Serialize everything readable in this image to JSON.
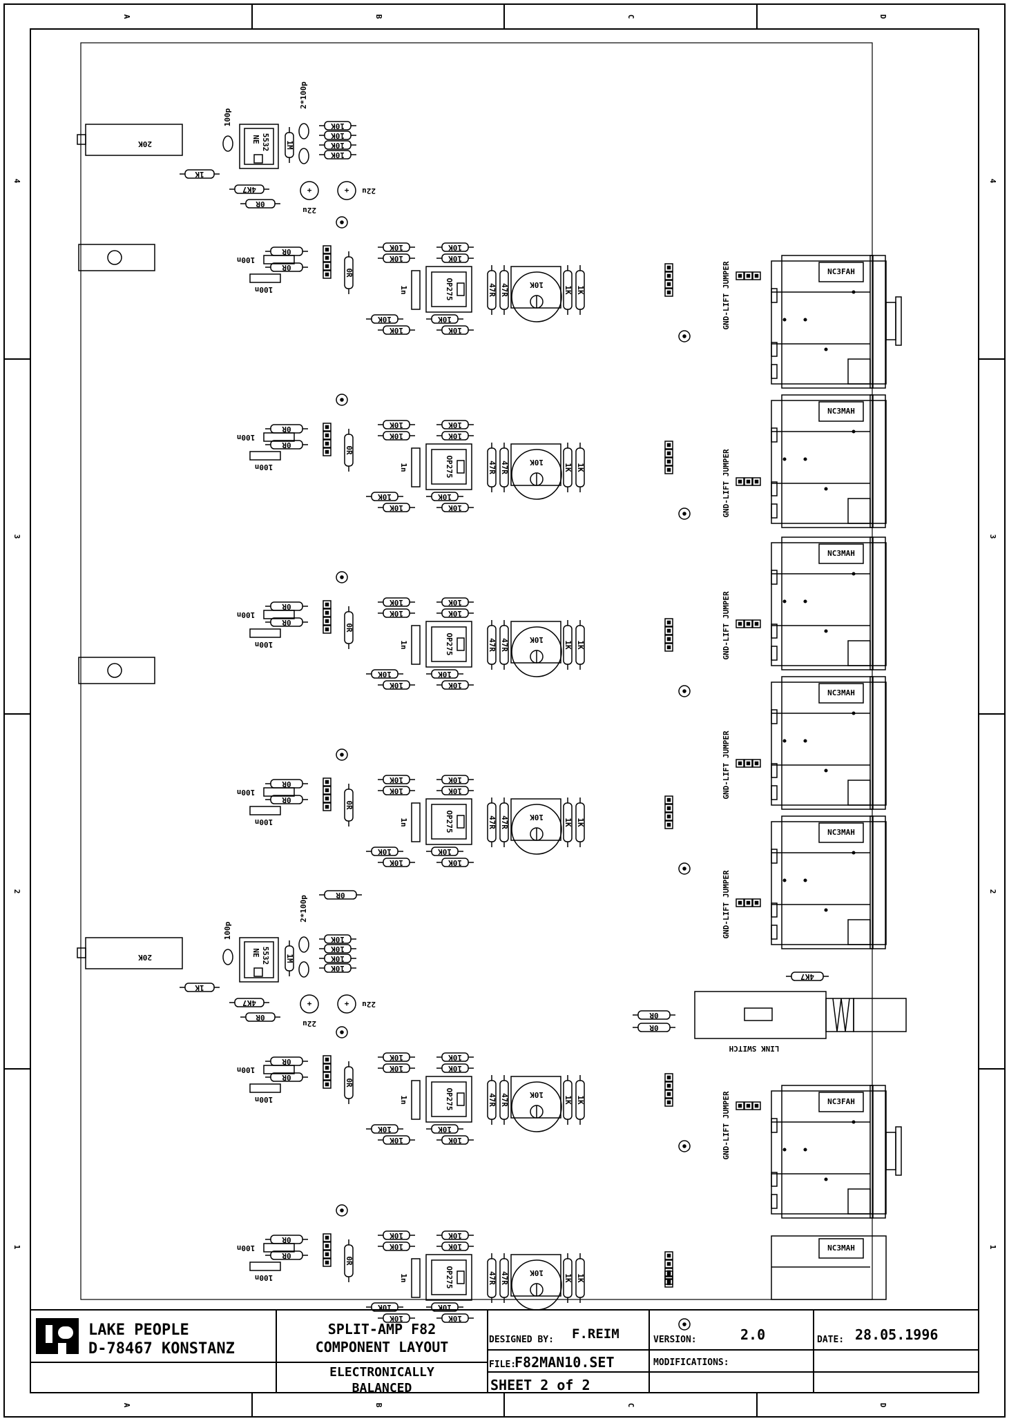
{
  "zones": {
    "columns": [
      "A",
      "B",
      "C",
      "D"
    ],
    "rows": [
      "4",
      "3",
      "2",
      "1"
    ]
  },
  "components": {
    "opamp_ne": "NE",
    "opamp_ne_num": "5532",
    "opamp_op": "OP275",
    "pot_20k": "20K",
    "pot_10k": "10K",
    "r_1k": "1K",
    "r_4k7": "4K7",
    "r_0r": "0R",
    "r_10k": "10K",
    "r_47r": "47R",
    "r_1m": "1M",
    "c_100p": "100p",
    "c_2x100p": "2*100p",
    "c_22u": "22u",
    "c_100n": "100n",
    "c_1n": "1n",
    "jack_input": "NC3FAH",
    "jack_output": "NC3MAH",
    "gnd_jumper": "GND-LIFT JUMPER",
    "link_switch": "LINK SWITCH"
  },
  "title_block": {
    "company_name": "LAKE PEOPLE",
    "company_address": "D-78467 KONSTANZ",
    "title_line1": "SPLIT-AMP F82",
    "title_line2": "COMPONENT LAYOUT",
    "subtitle_line1": "ELECTRONICALLY",
    "subtitle_line2": "BALANCED",
    "designed_by_label": "DESIGNED BY:",
    "designed_by": "F.REIM",
    "version_label": "VERSION:",
    "version": "2.0",
    "date_label": "DATE:",
    "date": "28.05.1996",
    "file_label": "FILE:",
    "file": "F82MAN10.SET",
    "modifications_label": "MODIFICATIONS:",
    "sheet": "SHEET 2 of 2"
  }
}
